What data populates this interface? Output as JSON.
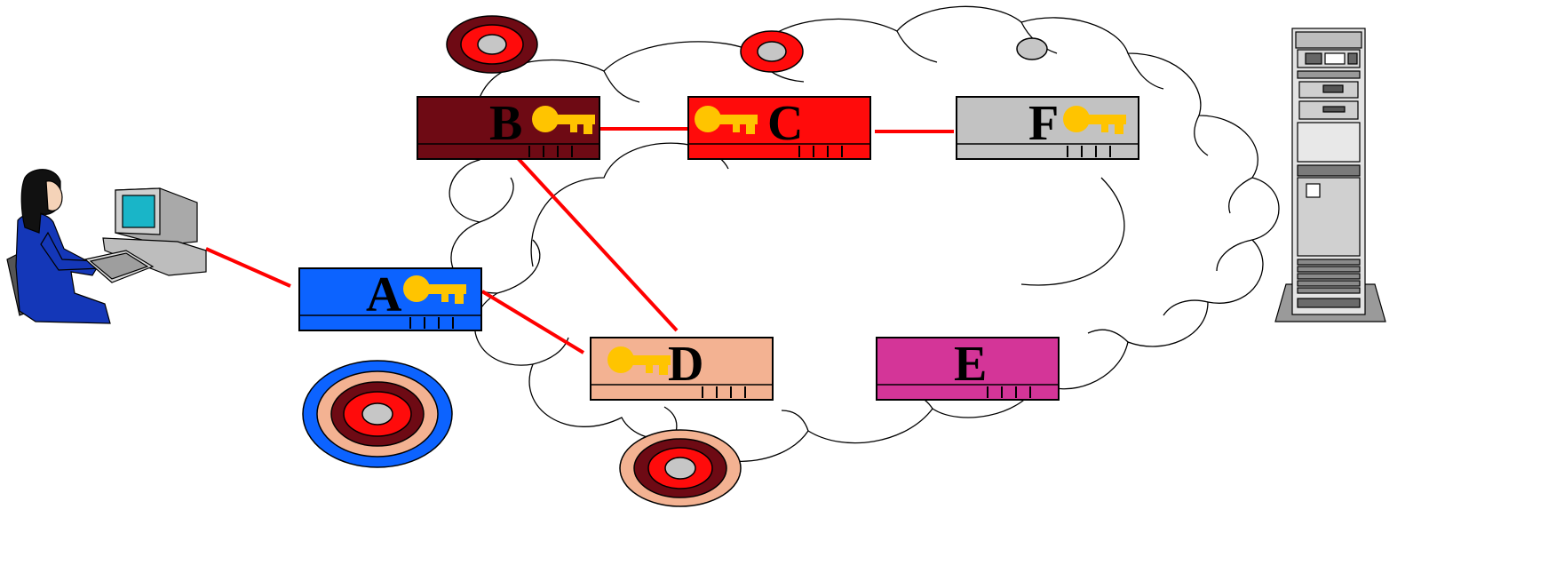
{
  "colors": {
    "A": "#0c63ff",
    "B": "#6e0a14",
    "C": "#ff0b0b",
    "D": "#f3b292",
    "E": "#d43598",
    "F": "#c2c2c2",
    "key": "#ffc400",
    "link": "#ff0000",
    "token_center": "#c6c6c6"
  },
  "routers": [
    {
      "id": "A",
      "label": "A",
      "has_key": true
    },
    {
      "id": "B",
      "label": "B",
      "has_key": true
    },
    {
      "id": "C",
      "label": "C",
      "has_key": true
    },
    {
      "id": "D",
      "label": "D",
      "has_key": true
    },
    {
      "id": "E",
      "label": "E",
      "has_key": false
    },
    {
      "id": "F",
      "label": "F",
      "has_key": true
    }
  ],
  "links": [
    [
      "user",
      "A"
    ],
    [
      "A",
      "D"
    ],
    [
      "B",
      "D"
    ],
    [
      "B",
      "C"
    ],
    [
      "C",
      "F"
    ]
  ],
  "onion_tokens": [
    {
      "near": "A",
      "layers": [
        "A",
        "D",
        "B",
        "C"
      ]
    },
    {
      "near": "B",
      "layers": [
        "B",
        "C"
      ]
    },
    {
      "near": "C",
      "layers": [
        "C"
      ]
    },
    {
      "near": "D",
      "layers": [
        "D",
        "B",
        "C"
      ]
    },
    {
      "near": "F",
      "layers": []
    }
  ],
  "icons": [
    "user-at-computer-icon",
    "server-tower-icon",
    "network-cloud-icon",
    "key-icon"
  ]
}
